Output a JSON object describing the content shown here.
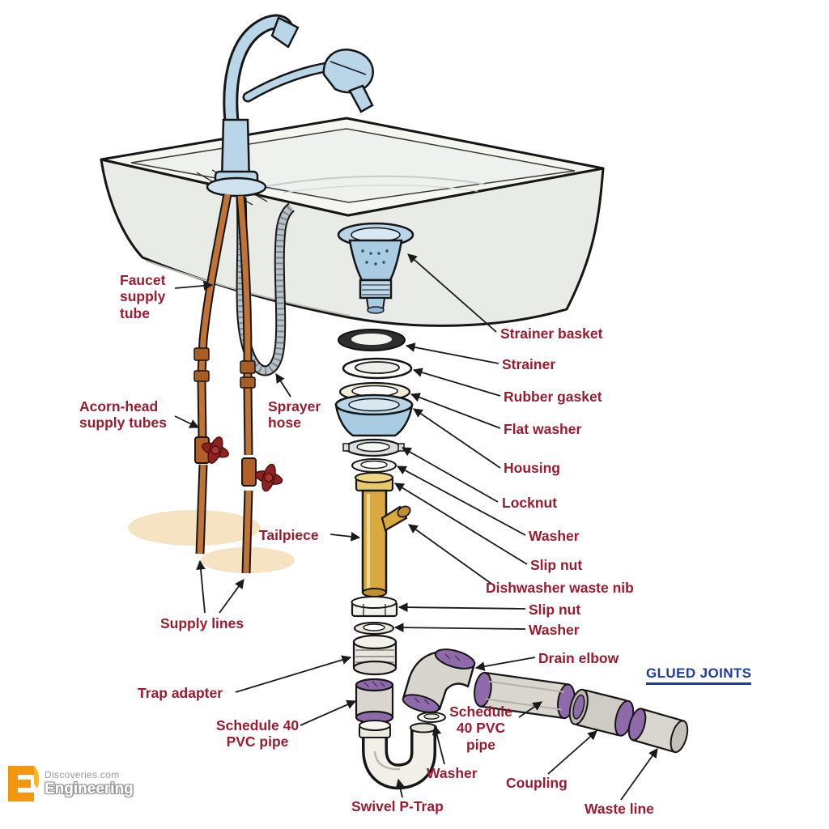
{
  "colors": {
    "label": "#9b1b30",
    "glued": "#1f3ba6",
    "faucet_blue": "#b9d5e8",
    "copper": "#bf7337",
    "brass": "#d9a940",
    "pvc_purple": "#8f6aa8",
    "valve_red": "#8e2222",
    "ink": "#1a1a1a"
  },
  "labels": {
    "faucet_supply_tube": "Faucet\nsupply\ntube",
    "acorn_head_supply_tubes": "Acorn-head\nsupply tubes",
    "sprayer_hose": "Sprayer\nhose",
    "strainer_basket": "Strainer basket",
    "strainer": "Strainer",
    "rubber_gasket": "Rubber gasket",
    "flat_washer": "Flat washer",
    "housing": "Housing",
    "locknut": "Locknut",
    "washer_upper": "Washer",
    "slip_nut_upper": "Slip nut",
    "dishwasher_waste_nib": "Dishwasher waste nib",
    "tailpiece": "Tailpiece",
    "slip_nut_lower": "Slip nut",
    "washer_mid": "Washer",
    "supply_lines": "Supply lines",
    "drain_elbow": "Drain elbow",
    "glued_joints": "GLUED JOINTS",
    "trap_adapter": "Trap adapter",
    "schedule40_pvc_pipe_left": "Schedule 40\nPVC pipe",
    "schedule40_pvc_pipe_right": "Schedule\n40 PVC\npipe",
    "washer_lower": "Washer",
    "swivel_p_trap": "Swivel P-Trap",
    "coupling": "Coupling",
    "waste_line": "Waste line"
  },
  "watermark": {
    "site": "Discoveries.com",
    "brand": "Engineering"
  }
}
